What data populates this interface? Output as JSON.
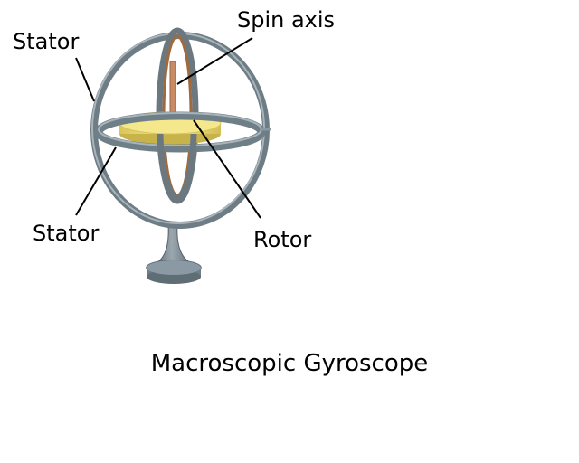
{
  "labels": {
    "stator_top": "Stator",
    "spin_axis": "Spin axis",
    "stator_bottom": "Stator",
    "rotor": "Rotor"
  },
  "caption": "Macroscopic Gyroscope",
  "colors": {
    "frame": "#7f8f98",
    "frame_dark": "#5d6b73",
    "rotor": "#f2e27a",
    "axle": "#c98b63",
    "inner_ring": "#a06a3c"
  }
}
